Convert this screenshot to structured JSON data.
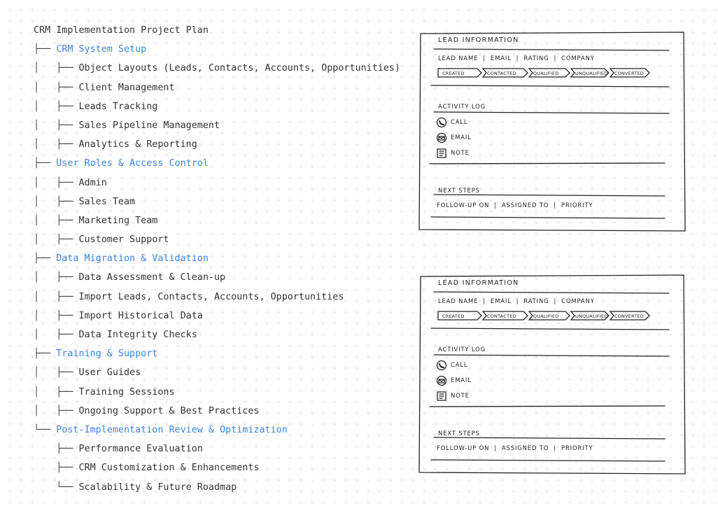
{
  "tree": {
    "root": "CRM Implementation Project Plan",
    "lines": [
      {
        "prefix": "├── ",
        "label": "CRM System Setup",
        "kind": "section"
      },
      {
        "prefix": "│   ├── ",
        "label": "Object Layouts (Leads, Contacts, Accounts, Opportunities)",
        "kind": "item"
      },
      {
        "prefix": "│   ├── ",
        "label": "Client Management",
        "kind": "item"
      },
      {
        "prefix": "│   ├── ",
        "label": "Leads Tracking",
        "kind": "item"
      },
      {
        "prefix": "│   ├── ",
        "label": "Sales Pipeline Management",
        "kind": "item"
      },
      {
        "prefix": "│   ├── ",
        "label": "Analytics & Reporting",
        "kind": "item"
      },
      {
        "prefix": "├── ",
        "label": "User Roles & Access Control",
        "kind": "section"
      },
      {
        "prefix": "│   ├── ",
        "label": "Admin",
        "kind": "item"
      },
      {
        "prefix": "│   ├── ",
        "label": "Sales Team",
        "kind": "item"
      },
      {
        "prefix": "│   ├── ",
        "label": "Marketing Team",
        "kind": "item"
      },
      {
        "prefix": "│   ├── ",
        "label": "Customer Support",
        "kind": "item"
      },
      {
        "prefix": "├── ",
        "label": "Data Migration & Validation",
        "kind": "section"
      },
      {
        "prefix": "│   ├── ",
        "label": "Data Assessment & Clean-up",
        "kind": "item"
      },
      {
        "prefix": "│   ├── ",
        "label": "Import Leads, Contacts, Accounts, Opportunities",
        "kind": "item"
      },
      {
        "prefix": "│   ├── ",
        "label": "Import Historical Data",
        "kind": "item"
      },
      {
        "prefix": "│   ├── ",
        "label": "Data Integrity Checks",
        "kind": "item"
      },
      {
        "prefix": "├── ",
        "label": "Training & Support",
        "kind": "section"
      },
      {
        "prefix": "│   ├── ",
        "label": "User Guides",
        "kind": "item"
      },
      {
        "prefix": "│   ├── ",
        "label": "Training Sessions",
        "kind": "item"
      },
      {
        "prefix": "│   ├── ",
        "label": "Ongoing Support & Best Practices",
        "kind": "item"
      },
      {
        "prefix": "└── ",
        "label": "Post-Implementation Review & Optimization",
        "kind": "section"
      },
      {
        "prefix": "    ├── ",
        "label": "Performance Evaluation",
        "kind": "item"
      },
      {
        "prefix": "    ├── ",
        "label": "CRM Customization & Enhancements",
        "kind": "item"
      },
      {
        "prefix": "    └── ",
        "label": "Scalability & Future Roadmap",
        "kind": "item"
      }
    ]
  },
  "sketch": {
    "lead_title": "LEAD INFORMATION",
    "lead_fields": "LEAD NAME  |  EMAIL  |  RATING  |  COMPANY",
    "stages": [
      "CREATED",
      "CONTACTED",
      "QUALIFIED",
      "UNQUALIFIED",
      "CONVERTED"
    ],
    "activity_title": "ACTIVITY LOG",
    "activities": [
      {
        "icon": "phone-icon",
        "label": "CALL"
      },
      {
        "icon": "mail-icon",
        "label": "EMAIL"
      },
      {
        "icon": "note-icon",
        "label": "NOTE"
      }
    ],
    "next_title": "NEXT STEPS",
    "next_fields": "FOLLOW-UP ON  |  ASSIGNED TO  |  PRIORITY"
  },
  "colors": {
    "section": "#3b82e0",
    "text": "#333333",
    "ink": "#222222"
  }
}
